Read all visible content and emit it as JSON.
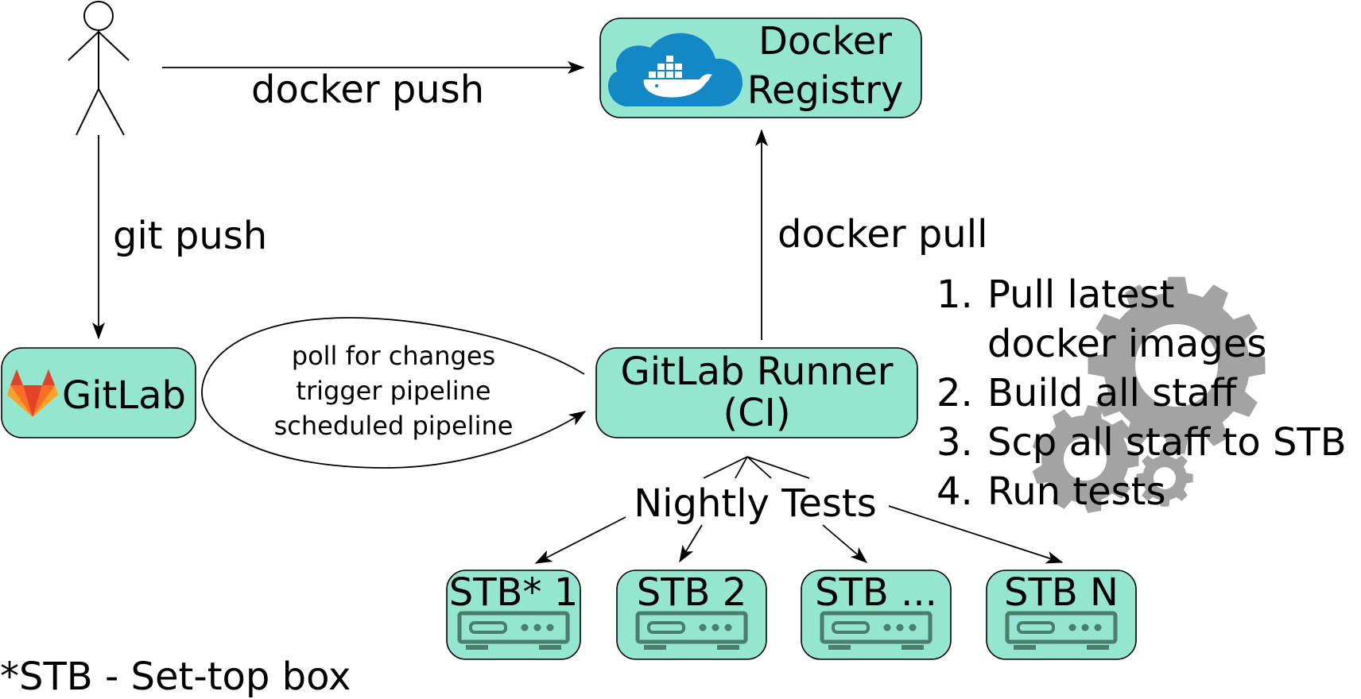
{
  "registry": {
    "line1": "Docker",
    "line2": "Registry"
  },
  "gitlab": {
    "label": "GitLab"
  },
  "runner": {
    "line1": "GitLab Runner",
    "line2": "(CI)"
  },
  "edges": {
    "docker_push": "docker push",
    "git_push": "git push",
    "docker_pull": "docker pull",
    "poll": [
      "poll for changes",
      "trigger pipeline",
      "scheduled pipeline"
    ],
    "nightly": "Nightly Tests"
  },
  "steps": [
    {
      "num": "1.",
      "lines": [
        "Pull latest",
        "docker images"
      ]
    },
    {
      "num": "2.",
      "lines": [
        "Build all staff"
      ]
    },
    {
      "num": "3.",
      "lines": [
        "Scp all staff to STB"
      ]
    },
    {
      "num": "4.",
      "lines": [
        "Run tests"
      ]
    }
  ],
  "stbs": [
    "STB* 1",
    "STB 2",
    "STB ...",
    "STB N"
  ],
  "footnote": "*STB - Set-top box",
  "colors": {
    "node_fill": "#94e6cf",
    "docker_blue": "#1488c6",
    "gear_gray": "#a3a3a3",
    "stb_icon": "#4a7d6c"
  },
  "icons": [
    "person-icon",
    "docker-whale-icon",
    "gitlab-fox-icon",
    "gears-icon",
    "server-icon"
  ]
}
